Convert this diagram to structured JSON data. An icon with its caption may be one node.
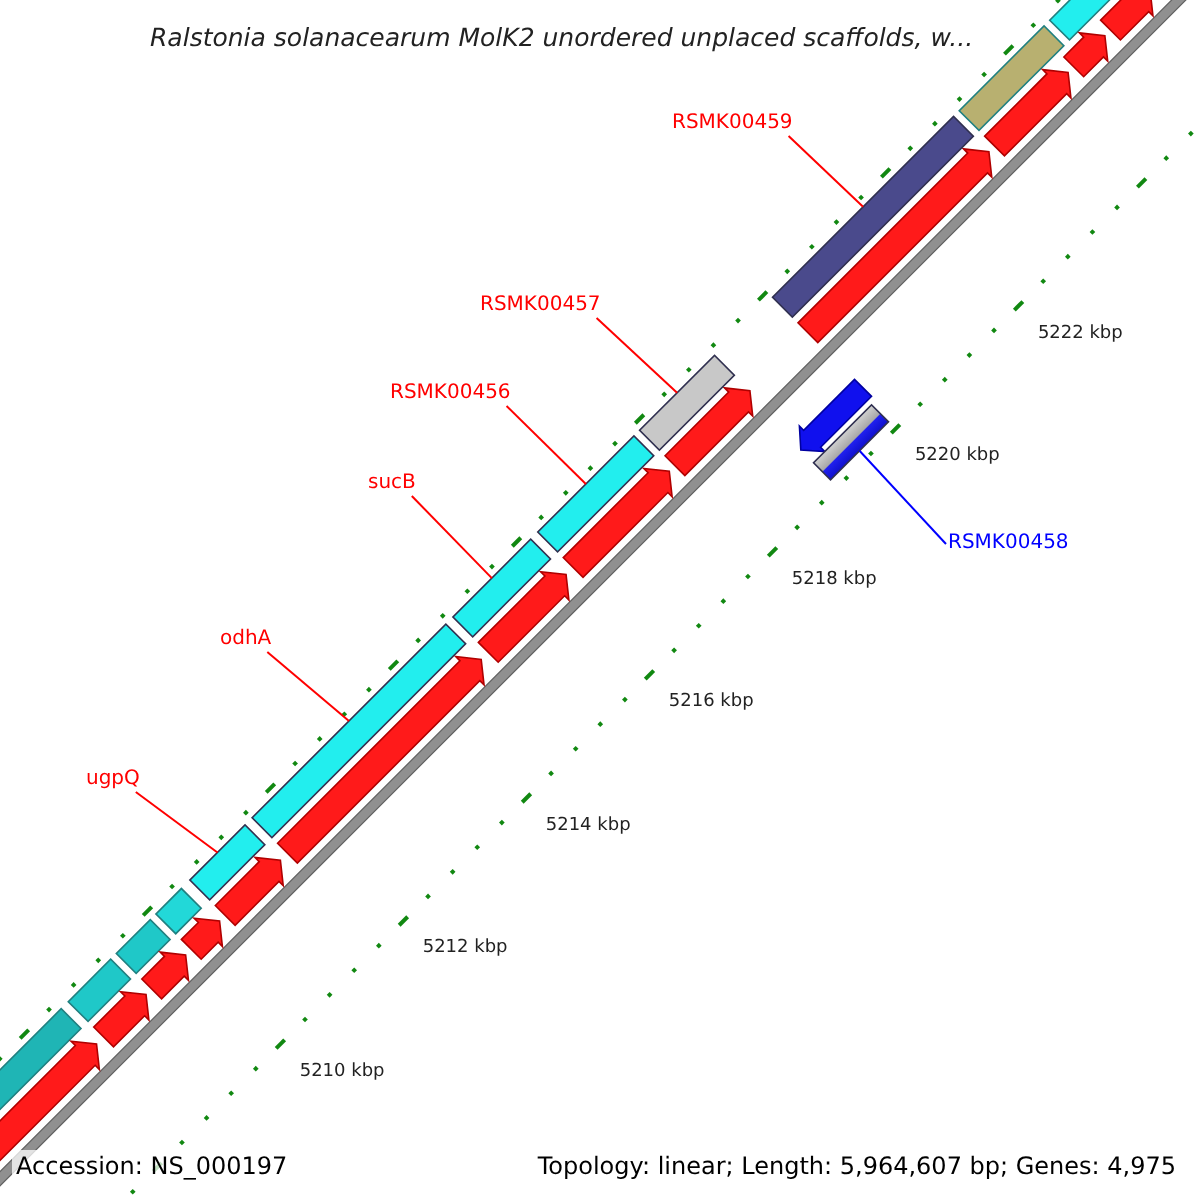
{
  "diagram": {
    "title": "Ralstonia solanacearum MolK2 unordered unplaced scaffolds, w...",
    "nodes": [
      {
        "text": [
          "RSMK00459"
        ]
      },
      {
        "text": [
          "RSMK00457"
        ]
      },
      {
        "text": [
          "RSMK00456"
        ]
      },
      {
        "text": [
          "sucB"
        ]
      },
      {
        "text": [
          "RSMK00458"
        ]
      },
      {
        "text": [
          "odhA"
        ]
      },
      {
        "text": [
          "ugpQ"
        ]
      },
      {
        "text": [],
        "shape": "bar"
      },
      {
        "text": [],
        "shape": "bar"
      },
      {
        "text": [],
        "shape": "bar"
      },
      {
        "text": [],
        "shape": "bar"
      },
      {
        "text": [],
        "shape": "bar"
      },
      {
        "text": [],
        "shape": "bar"
      },
      {
        "text": [],
        "shape": "bar"
      }
    ],
    "edges": [
      {
        "from": 0,
        "to": 7,
        "arrow": "none"
      },
      {
        "from": 1,
        "to": 8,
        "arrow": "none"
      },
      {
        "from": 2,
        "to": 9,
        "arrow": "none"
      },
      {
        "from": 3,
        "to": 10,
        "arrow": "none"
      },
      {
        "from": 4,
        "to": 11,
        "arrow": "none",
        "color": "#0000ff"
      },
      {
        "from": 5,
        "to": 12,
        "arrow": "none"
      },
      {
        "from": 6,
        "to": 13,
        "arrow": "none"
      }
    ],
    "labels": [
      "5222 kbp",
      "5220 kbp",
      "5218 kbp",
      "5216 kbp",
      "5214 kbp",
      "5212 kbp",
      "5210 kbp",
      "Accession: NS_000197",
      "Topology: linear; Length: 5,964,607 bp; Genes: 4,975"
    ]
  }
}
